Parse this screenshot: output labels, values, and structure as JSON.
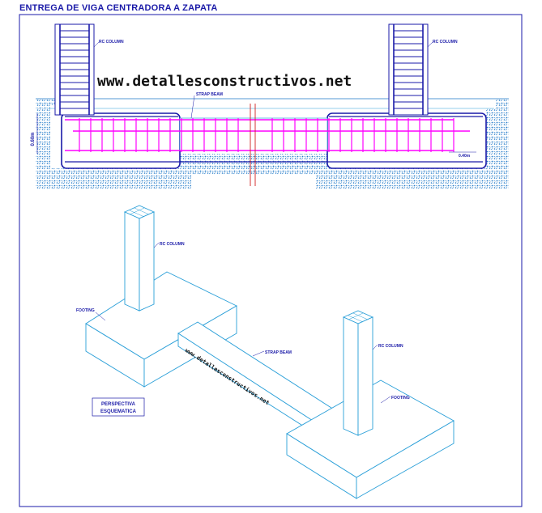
{
  "title": "ENTREGA DE VIGA CENTRADORA A ZAPATA",
  "watermark": "www.detallesconstructivos.net",
  "section": {
    "label_left_column": "RC COLUMN",
    "label_right_column": "RC COLUMN",
    "label_strap_beam": "STRAP BEAM",
    "dim_left": "0.60m",
    "dim_right": "0.40m"
  },
  "perspective": {
    "label_column_left": "RC COLUMN",
    "label_footing_left": "FOOTING",
    "label_strap_beam": "STRAP BEAM",
    "label_column_right": "RC COLUMN",
    "label_footing_right": "FOOTING",
    "caption_line1": "PERSPECTIVA",
    "caption_line2": "ESQUEMATICA",
    "beam_watermark": "www.detallesconstructivos.net"
  },
  "colors": {
    "frame": "#1a1aa8",
    "steel_blue": "#1a1aa8",
    "stirrup_magenta": "#ff00ff",
    "axis_red": "#d02020",
    "outline_cyan": "#2a9fd8",
    "soil_blue": "#1e78c8"
  }
}
